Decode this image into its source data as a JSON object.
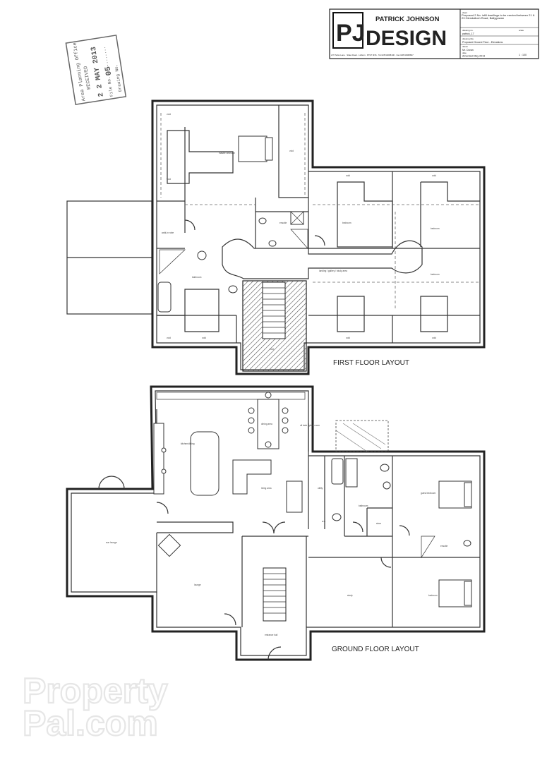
{
  "title_block": {
    "company_line1": "PATRICK JOHNSON",
    "company_line2": "DESIGN",
    "logo_letters": "PJ",
    "address": "2 P Parks Lane · Slate Road · Lisburn · BT27 6NS · Tel 028 92668100 · Fax 028 92668667",
    "project_label": "client",
    "project_text": "Proposed 2 No. infill dwellings to be erected between 21 & 23 Glendalloch Road, Ballygowan",
    "drawing_no_label": "drawing no.",
    "drawing_no": "patrick_17",
    "scale_label": "scale",
    "scale": "1 : 100",
    "drawing_title_label": "drawing title",
    "drawing_title": "Proposed Ground Floor - Elevations",
    "drawn_by_label": "drawn",
    "drawn_by": "Mr. Doran",
    "date_label": "date",
    "date": "Amended May 2013"
  },
  "stamp": {
    "line1": "Area Planning Office",
    "line2": "RECEIVED",
    "date": "2 2 MAY 2013",
    "line4": "File No. ...........",
    "number": "05",
    "line5": "Drawing No."
  },
  "plan": {
    "first_floor_label": "FIRST FLOOR LAYOUT",
    "ground_floor_label": "GROUND FLOOR LAYOUT",
    "first_floor_rooms": [
      {
        "id": "ff-void-1",
        "label": "void"
      },
      {
        "id": "ff-void-2",
        "label": "void"
      },
      {
        "id": "ff-master-bedroom",
        "label": "master bedroom"
      },
      {
        "id": "ff-ensuite-1",
        "label": "ensuite"
      },
      {
        "id": "ff-walk-in-robe",
        "label": "walk-in robe"
      },
      {
        "id": "ff-bathroom",
        "label": "bathroom"
      },
      {
        "id": "ff-void-3",
        "label": "void"
      },
      {
        "id": "ff-landing",
        "label": "landing / gallery / study area"
      },
      {
        "id": "ff-bedroom-2",
        "label": "bedroom"
      },
      {
        "id": "ff-bedroom-3",
        "label": "bedroom"
      },
      {
        "id": "ff-bedroom-4",
        "label": "bedroom"
      },
      {
        "id": "ff-void-4",
        "label": "void"
      },
      {
        "id": "ff-void-5",
        "label": "void"
      },
      {
        "id": "ff-void-6",
        "label": "void"
      },
      {
        "id": "ff-void-7",
        "label": "void"
      },
      {
        "id": "ff-void-8",
        "label": "void"
      },
      {
        "id": "ff-void-9",
        "label": "void"
      },
      {
        "id": "ff-stair-void",
        "label": "void"
      }
    ],
    "ground_floor_rooms": [
      {
        "id": "gf-dining",
        "label": "dining area"
      },
      {
        "id": "gf-kitchen",
        "label": "kitchen/dining"
      },
      {
        "id": "gf-living",
        "label": "living area"
      },
      {
        "id": "gf-utility",
        "label": "utility"
      },
      {
        "id": "gf-wc",
        "label": "w.c."
      },
      {
        "id": "gf-bathroom",
        "label": "bathroom"
      },
      {
        "id": "gf-guest-bedroom",
        "label": "guest bedroom"
      },
      {
        "id": "gf-ensuite",
        "label": "ensuite"
      },
      {
        "id": "gf-store",
        "label": "store"
      },
      {
        "id": "gf-sunroom",
        "label": "sun lounge"
      },
      {
        "id": "gf-lounge",
        "label": "lounge"
      },
      {
        "id": "gf-study",
        "label": "study"
      },
      {
        "id": "gf-bedroom",
        "label": "bedroom"
      },
      {
        "id": "gf-entrance",
        "label": "entrance hall"
      },
      {
        "id": "gf-heating",
        "label": "oil tank / plant room"
      }
    ]
  },
  "watermark": {
    "line1": "Property",
    "line2": "Pal.com"
  }
}
